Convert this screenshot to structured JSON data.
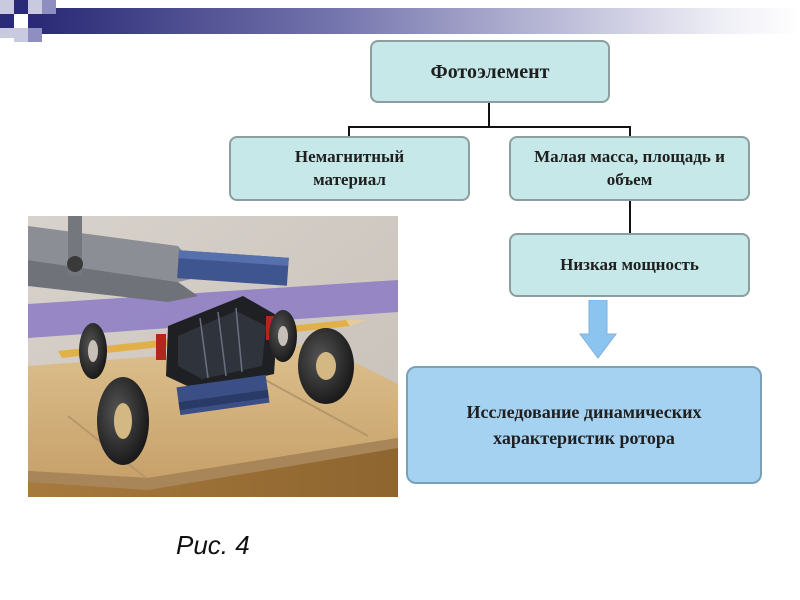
{
  "diagram": {
    "root": "Фотоэлемент",
    "left_branch": "Немагнитный материал",
    "right_branch": "Малая масса, площадь и объем",
    "right_child": "Низкая мощность",
    "result": "Исследование динамических характеристик ротора"
  },
  "figure": {
    "caption": "Рис. 4"
  },
  "colors": {
    "box_fill": "#c6e8e8",
    "result_fill": "#a6d2f2",
    "arrow_fill": "#8cc4f0",
    "header_dark": "#20206e"
  },
  "icons": [
    "down-arrow-icon"
  ]
}
